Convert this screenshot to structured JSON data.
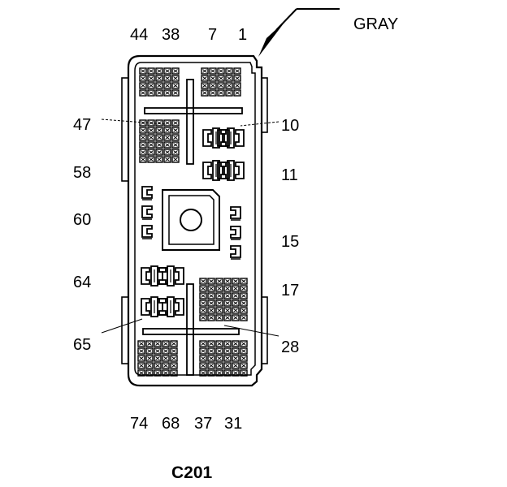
{
  "connector_id": "C201",
  "color_callout": "GRAY",
  "pin_labels": {
    "top": [
      "44",
      "38",
      "7",
      "1"
    ],
    "left": [
      "47",
      "58",
      "60",
      "64",
      "65"
    ],
    "right": [
      "10",
      "11",
      "15",
      "17",
      "28"
    ],
    "bottom": [
      "74",
      "68",
      "37",
      "31"
    ]
  }
}
